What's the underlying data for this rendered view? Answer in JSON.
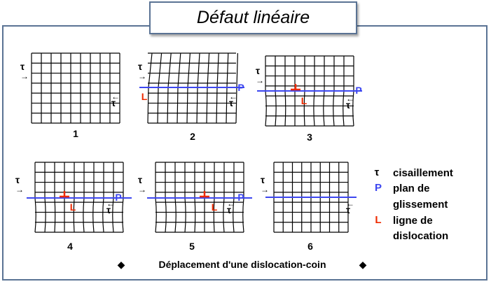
{
  "title": "Défaut linéaire",
  "colors": {
    "frame": "#5a7394",
    "grid": "#000000",
    "plane": "#3c46f0",
    "dislocation": "#ee2a00",
    "text": "#000000"
  },
  "symbols": {
    "tau": "τ",
    "arrow": "→",
    "arrow_left": "←",
    "plane": "P",
    "line": "L"
  },
  "panels": [
    {
      "number": "1"
    },
    {
      "number": "2"
    },
    {
      "number": "3"
    },
    {
      "number": "4"
    },
    {
      "number": "5"
    },
    {
      "number": "6"
    }
  ],
  "legend": {
    "tau_symbol": "τ",
    "tau_text": "cisaillement",
    "p_symbol": "P",
    "p_text_1": "plan de",
    "p_text_2": "glissement",
    "l_symbol": "L",
    "l_text_1": "ligne de",
    "l_text_2": "dislocation"
  },
  "caption": {
    "bullet_left": "◆",
    "text": "Déplacement d'une dislocation-coin",
    "bullet_right": "◆"
  }
}
